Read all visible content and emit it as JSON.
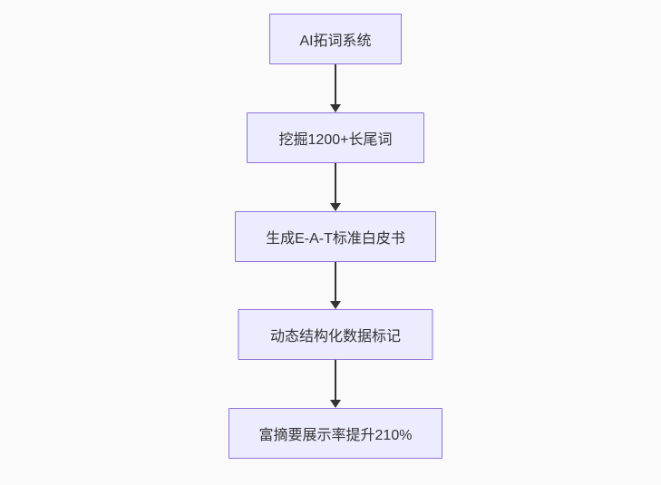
{
  "diagram": {
    "type": "flowchart-top-down",
    "colors": {
      "node_fill": "#ececff",
      "node_border": "#9370db",
      "text": "#333333",
      "edge": "#333333",
      "background": "#fafafa"
    },
    "nodes": [
      {
        "id": "A",
        "label": "AI拓词系统"
      },
      {
        "id": "B",
        "label": "挖掘1200+长尾词"
      },
      {
        "id": "C",
        "label": "生成E-A-T标准白皮书"
      },
      {
        "id": "D",
        "label": "动态结构化数据标记"
      },
      {
        "id": "E",
        "label": "富摘要展示率提升210%"
      }
    ],
    "edges": [
      {
        "from": "A",
        "to": "B"
      },
      {
        "from": "B",
        "to": "C"
      },
      {
        "from": "C",
        "to": "D"
      },
      {
        "from": "D",
        "to": "E"
      }
    ]
  }
}
